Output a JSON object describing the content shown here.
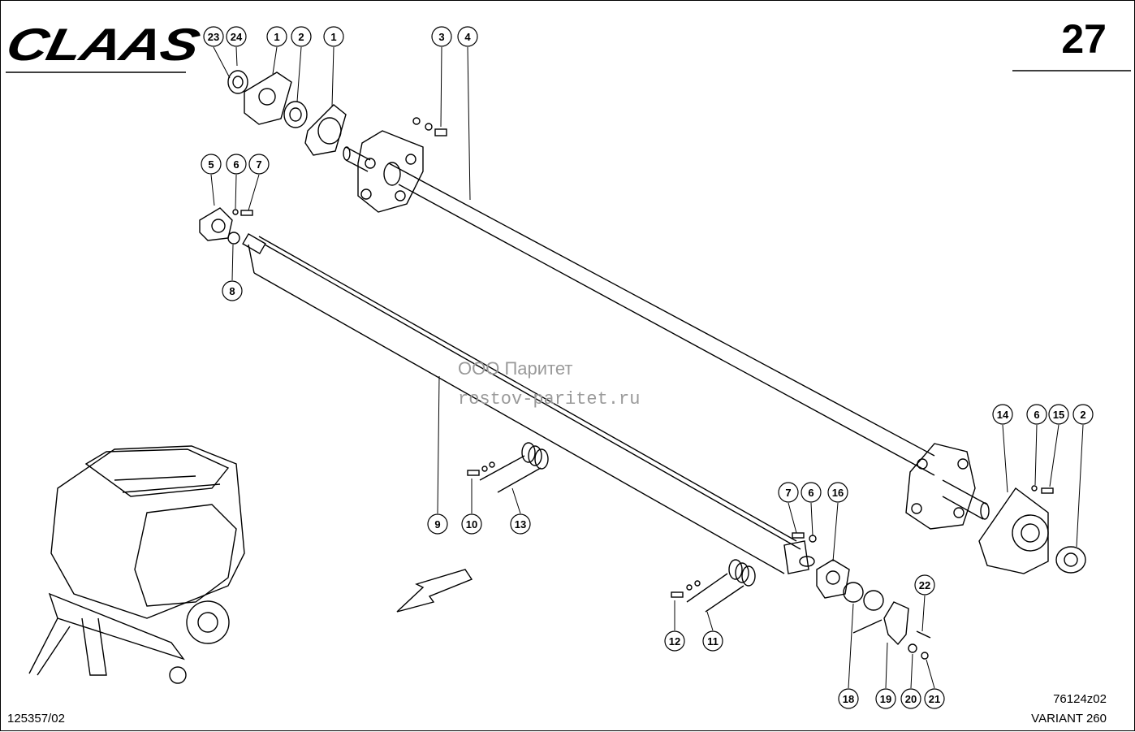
{
  "header": {
    "logo": "CLAAS",
    "page_number": "27"
  },
  "watermark": {
    "line1": "ООО Паритет",
    "line2": "rostov-paritet.ru"
  },
  "footer": {
    "left_code": "125357/02",
    "drawing_code": "76124z02",
    "model": "VARIANT 260"
  },
  "callouts": [
    {
      "label": "23"
    },
    {
      "label": "24"
    },
    {
      "label": "1"
    },
    {
      "label": "2"
    },
    {
      "label": "1"
    },
    {
      "label": "3"
    },
    {
      "label": "4"
    },
    {
      "label": "5"
    },
    {
      "label": "6"
    },
    {
      "label": "7"
    },
    {
      "label": "8"
    },
    {
      "label": "14"
    },
    {
      "label": "6"
    },
    {
      "label": "15"
    },
    {
      "label": "2"
    },
    {
      "label": "7"
    },
    {
      "label": "6"
    },
    {
      "label": "16"
    },
    {
      "label": "9"
    },
    {
      "label": "10"
    },
    {
      "label": "13"
    },
    {
      "label": "22"
    },
    {
      "label": "12"
    },
    {
      "label": "11"
    },
    {
      "label": "18"
    },
    {
      "label": "19"
    },
    {
      "label": "20"
    },
    {
      "label": "21"
    }
  ]
}
